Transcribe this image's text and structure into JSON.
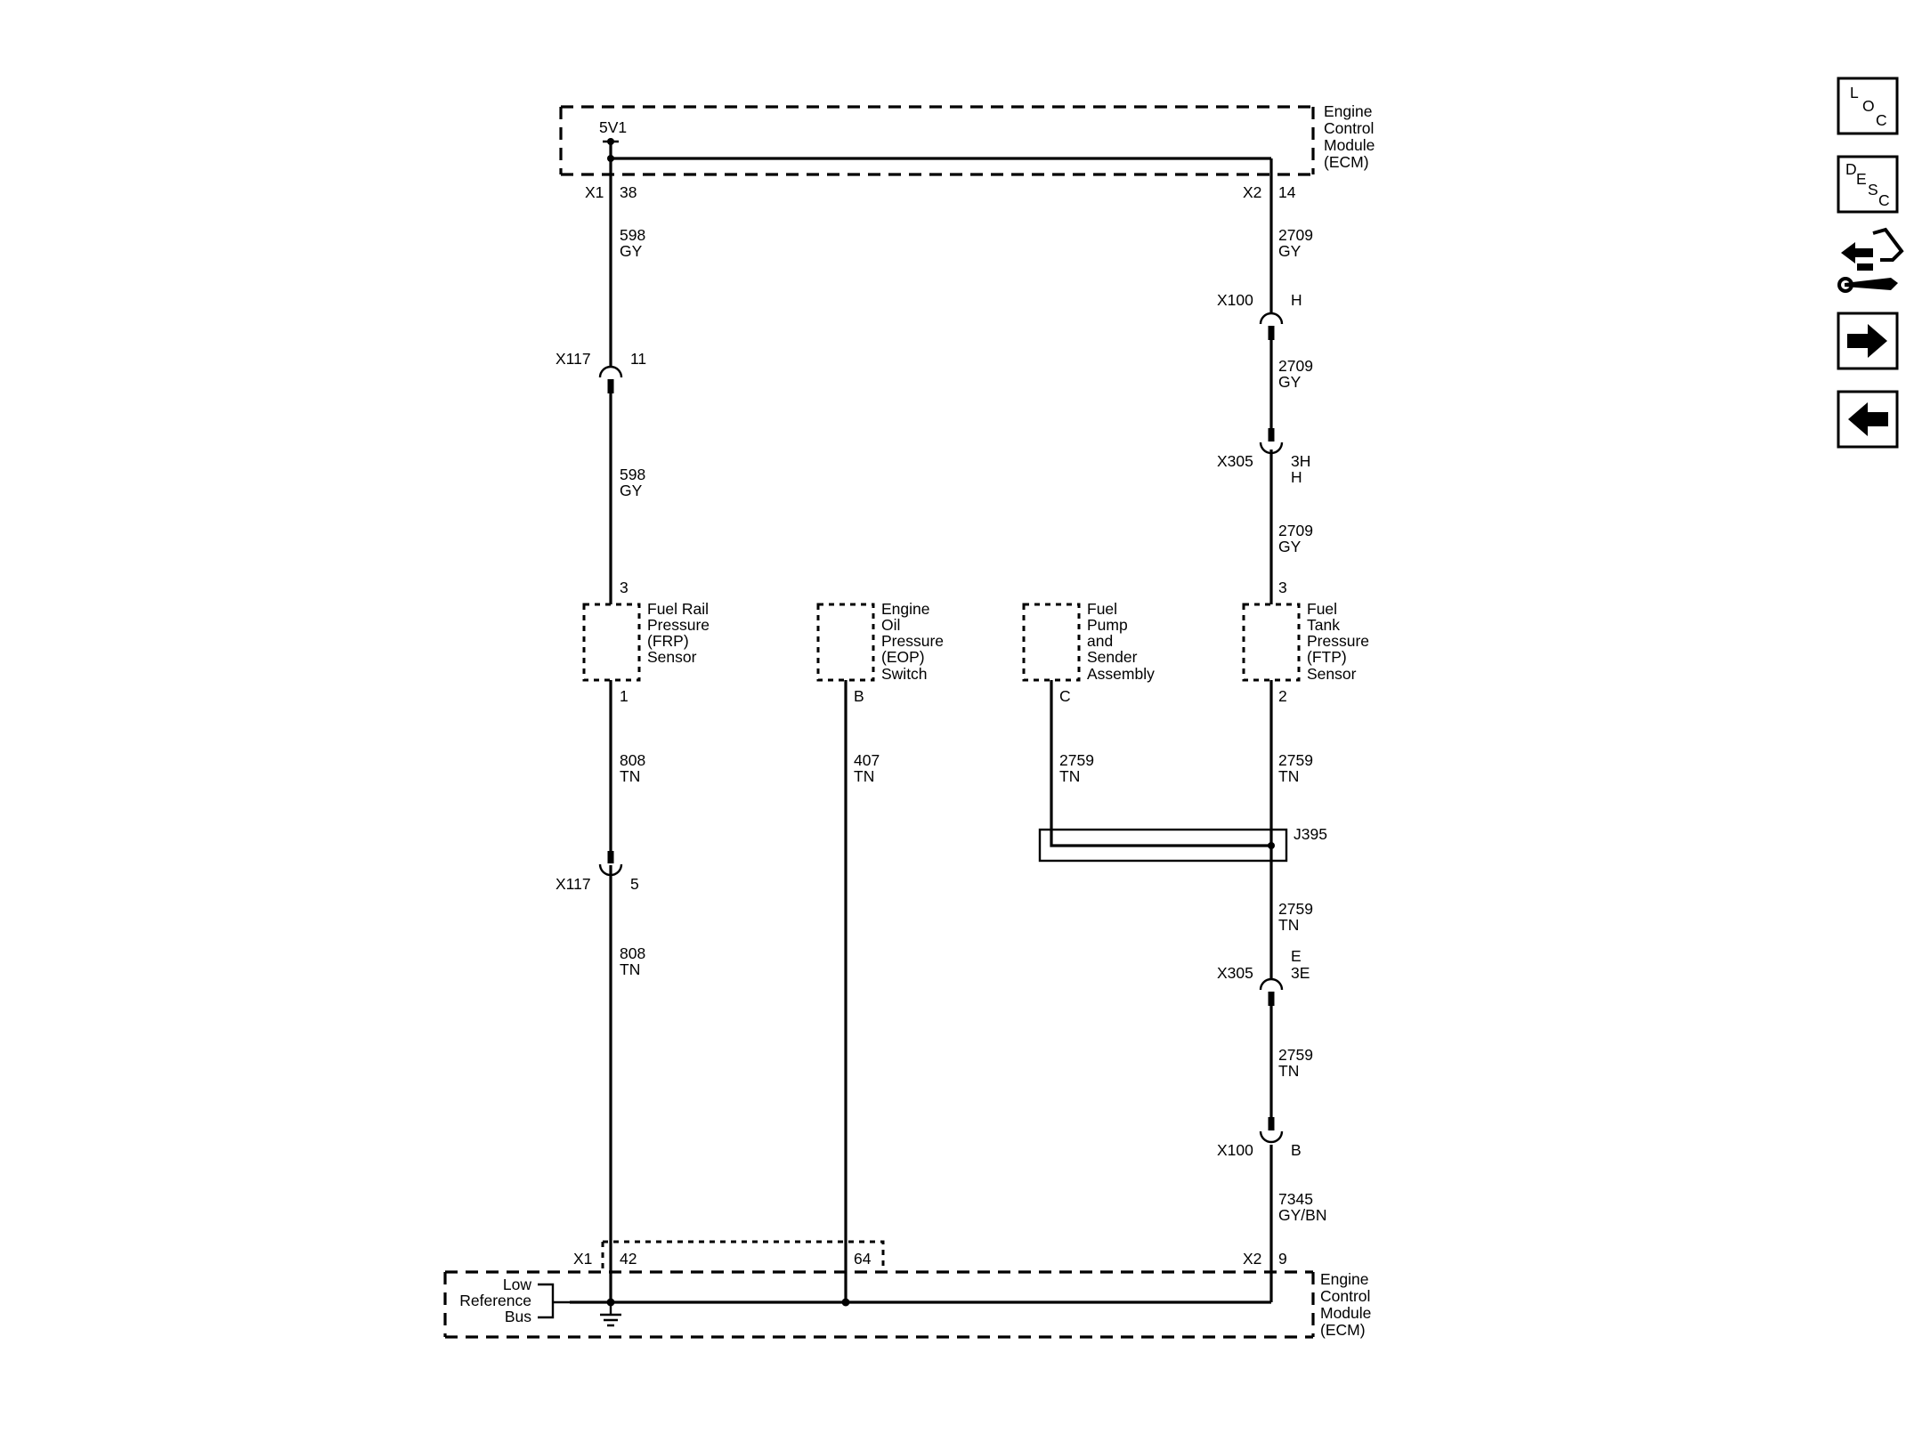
{
  "ecm": {
    "label": [
      "Engine",
      "Control",
      "Module",
      "(ECM)"
    ],
    "five_v": "5V1",
    "top_left_connector": "X1",
    "top_left_pin": "38",
    "top_right_connector": "X2",
    "top_right_pin": "14",
    "bottom_left_connector": "X1",
    "bottom_left_pin": "42",
    "bottom_mid_pin": "64",
    "bottom_right_connector": "X2",
    "bottom_right_pin": "9",
    "low_ref": [
      "Low",
      "Reference",
      "Bus"
    ]
  },
  "wires": {
    "frp_ref_upper": [
      "598",
      "GY"
    ],
    "frp_ref_lower": [
      "598",
      "GY"
    ],
    "ftp_ref_1": [
      "2709",
      "GY"
    ],
    "ftp_ref_2": [
      "2709",
      "GY"
    ],
    "ftp_ref_3": [
      "2709",
      "GY"
    ],
    "frp_low_upper": [
      "808",
      "TN"
    ],
    "frp_low_lower": [
      "808",
      "TN"
    ],
    "eop_low": [
      "407",
      "TN"
    ],
    "pump_low": [
      "2759",
      "TN"
    ],
    "ftp_low_1": [
      "2759",
      "TN"
    ],
    "ftp_low_2": [
      "2759",
      "TN"
    ],
    "ftp_low_3": [
      "2759",
      "TN"
    ],
    "ftp_low_4": [
      "7345",
      "GY/BN"
    ]
  },
  "connectors": {
    "x117_top": {
      "name": "X117",
      "pin": "11"
    },
    "x117_bottom": {
      "name": "X117",
      "pin": "5"
    },
    "x100_top": {
      "name": "X100",
      "pin": "H"
    },
    "x305_top": {
      "name": "X305",
      "pin": [
        "3H",
        "H"
      ]
    },
    "x305_bottom": {
      "name": "X305",
      "pin": [
        "E",
        "3E"
      ]
    },
    "x100_bottom": {
      "name": "X100",
      "pin": "B"
    },
    "splice": "J395"
  },
  "components": {
    "frp": {
      "label": [
        "Fuel Rail",
        "Pressure",
        "(FRP)",
        "Sensor"
      ],
      "pin_top": "3",
      "pin_bottom": "1"
    },
    "eop": {
      "label": [
        "Engine",
        "Oil",
        "Pressure",
        "(EOP)",
        "Switch"
      ],
      "pin_bottom": "B"
    },
    "pump": {
      "label": [
        "Fuel",
        "Pump",
        "and",
        "Sender",
        "Assembly"
      ],
      "pin_bottom": "C"
    },
    "ftp": {
      "label": [
        "Fuel",
        "Tank",
        "Pressure",
        "(FTP)",
        "Sensor"
      ],
      "pin_top": "3",
      "pin_bottom": "2"
    }
  },
  "sidebar": {
    "loc": [
      "L",
      "O",
      "C"
    ],
    "desc": [
      "D",
      "E",
      "S",
      "C"
    ]
  }
}
